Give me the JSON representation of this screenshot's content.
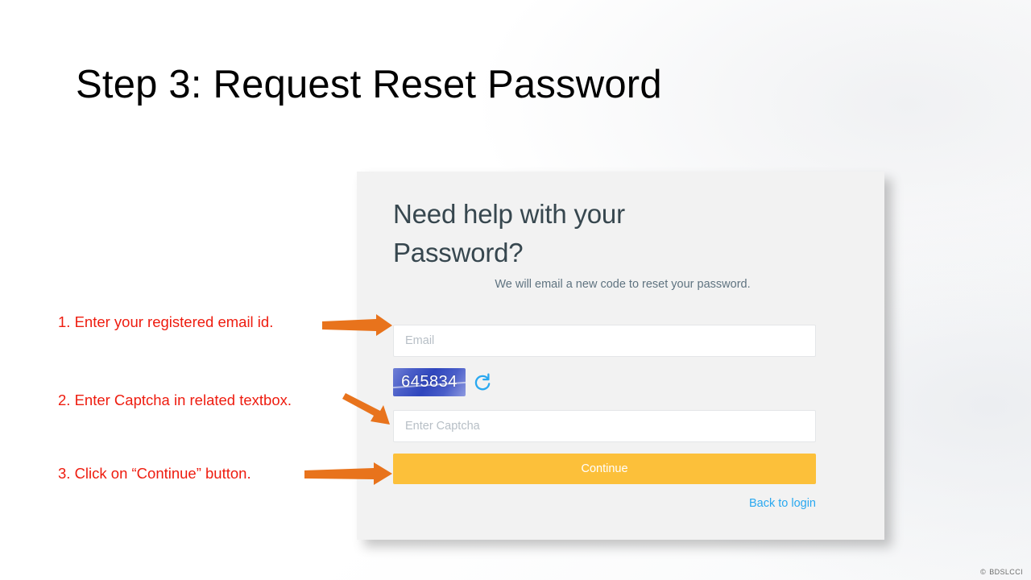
{
  "slide": {
    "title": "Step 3: Request Reset Password",
    "background_style": "hexagon-network-watermark",
    "colors": {
      "title_text": "#000000",
      "annotation_text": "#ee1c0f",
      "arrow": "#e8731c",
      "card_background": "#f2f2f2",
      "button": "#fcc03a",
      "link": "#29a8f0",
      "heading_text": "#37474f"
    }
  },
  "card": {
    "heading": "Need help with your Password?",
    "subtext": "We will email a new code to reset your password.",
    "email_field": {
      "value": "",
      "placeholder": "Email"
    },
    "captcha": {
      "code": "645834",
      "refresh_icon": "refresh-icon"
    },
    "captcha_field": {
      "value": "",
      "placeholder": "Enter Captcha"
    },
    "continue_button": "Continue",
    "back_link": "Back to login"
  },
  "annotations": [
    {
      "id": 1,
      "text": "1. Enter your registered email id.",
      "arrow": "horizontal-right"
    },
    {
      "id": 2,
      "text": "2. Enter Captcha in related textbox.",
      "arrow": "diagonal-down-right"
    },
    {
      "id": 3,
      "text": "3. Click on “Continue” button.",
      "arrow": "horizontal-right"
    }
  ],
  "footer": {
    "copyright_symbol": "©",
    "copyright_text": "BDSLCCI"
  }
}
